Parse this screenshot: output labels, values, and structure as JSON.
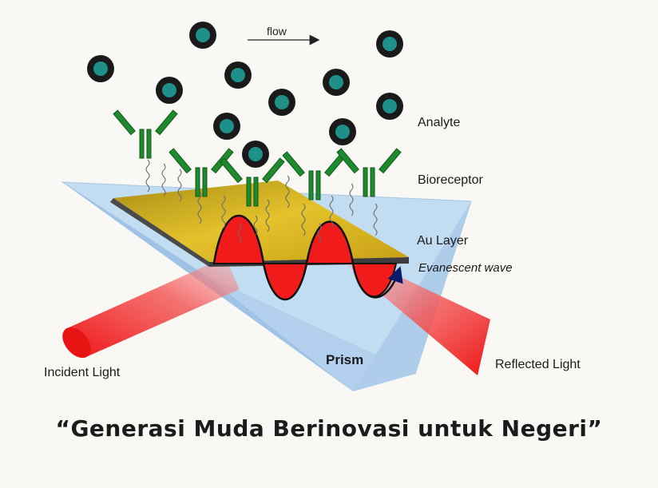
{
  "diagram": {
    "flow_label": "flow",
    "labels": {
      "analyte": "Analyte",
      "bioreceptor": "Bioreceptor",
      "au_layer": "Au Layer",
      "evanescent_wave": "Evanescent wave",
      "incident_light": "Incident Light",
      "prism": "Prism",
      "reflected_light": "Reflected Light"
    },
    "colors": {
      "prism": "#b7d4ee",
      "gold_layer": "#d9b21e",
      "analyte": "#1f8f8a",
      "bioreceptor": "#1e8a2e",
      "light": "#ef1c1c"
    }
  },
  "caption": "“Generasi Muda Berinovasi untuk Negeri”"
}
